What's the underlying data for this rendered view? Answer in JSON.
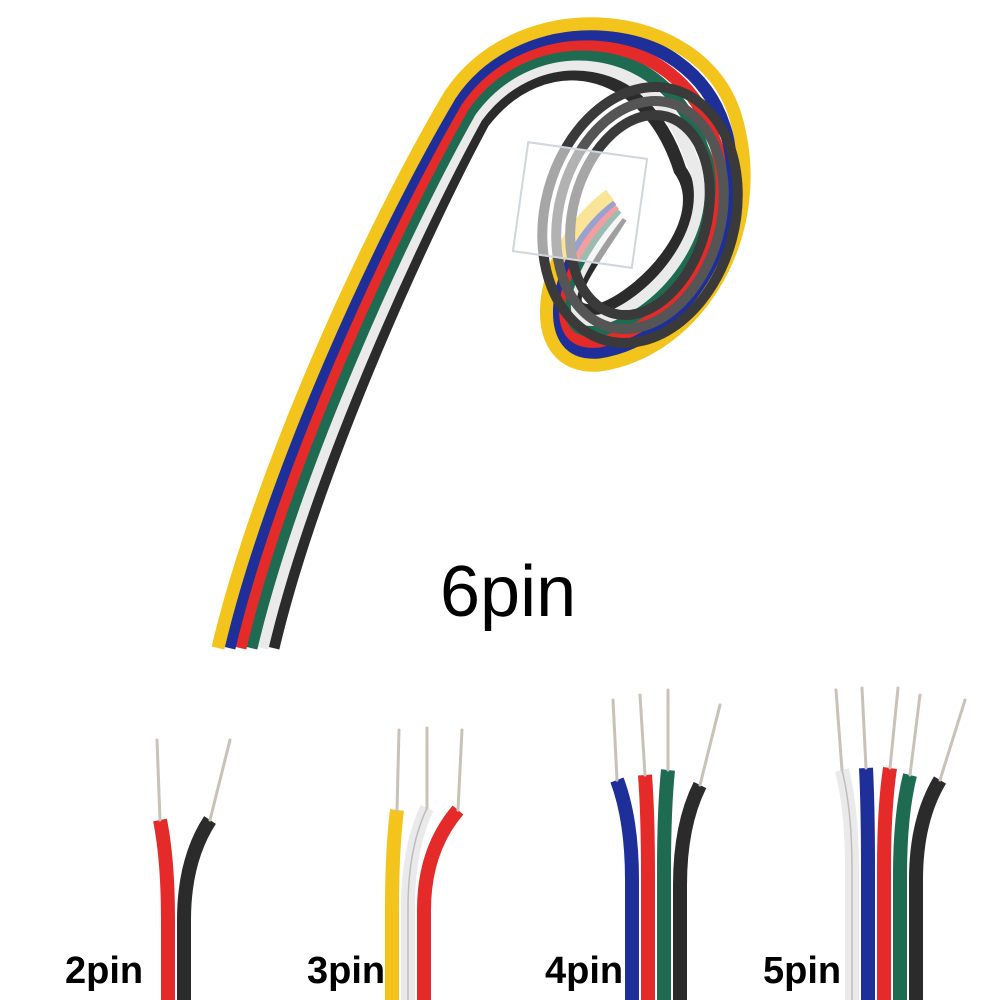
{
  "labels": {
    "main": "6pin",
    "p2": "2pin",
    "p3": "3pin",
    "p4": "4pin",
    "p5": "5pin"
  },
  "colors": {
    "background": "#ffffff",
    "yellow": "#f2c41c",
    "blue": "#1e2f9a",
    "red": "#e52a2a",
    "green": "#1f6b52",
    "white": "#eaeaea",
    "black": "#2b2b2b",
    "copper": "#c9c2b8"
  },
  "cables": [
    {
      "name": "6pin",
      "wires": [
        "yellow",
        "blue",
        "red",
        "green",
        "white",
        "black"
      ]
    },
    {
      "name": "2pin",
      "wires": [
        "red",
        "black"
      ]
    },
    {
      "name": "3pin",
      "wires": [
        "yellow",
        "white",
        "red"
      ]
    },
    {
      "name": "4pin",
      "wires": [
        "blue",
        "red",
        "green",
        "black"
      ]
    },
    {
      "name": "5pin",
      "wires": [
        "white",
        "blue",
        "red",
        "green",
        "black"
      ]
    }
  ]
}
